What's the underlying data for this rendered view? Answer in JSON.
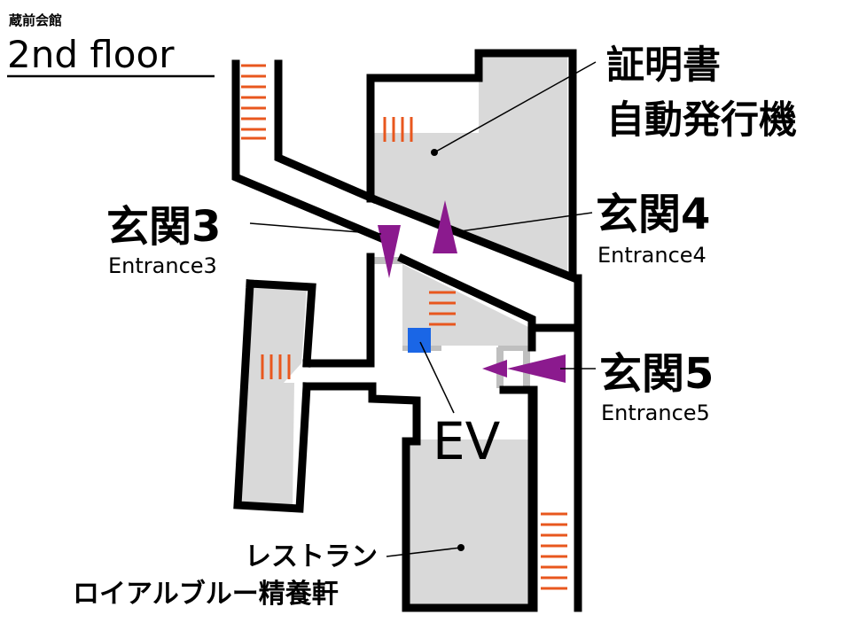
{
  "building_name": "蔵前会館",
  "floor_title": "2nd floor",
  "labels": {
    "certificate_machine": [
      "証明書",
      "自動発行機"
    ],
    "entrance3": {
      "jp": "玄関3",
      "en": "Entrance3"
    },
    "entrance4": {
      "jp": "玄関4",
      "en": "Entrance4"
    },
    "entrance5": {
      "jp": "玄関5",
      "en": "Entrance5"
    },
    "elevator": "EV",
    "restaurant": [
      "レストラン",
      "ロイアルブルー精養軒"
    ]
  },
  "colors": {
    "wall": "#000000",
    "room": "#d9d9d9",
    "stairs": "#e8571e",
    "entrance_arrow": "#8b1a8e",
    "elevator": "#1a66e6",
    "door": "#bfbfbf"
  }
}
